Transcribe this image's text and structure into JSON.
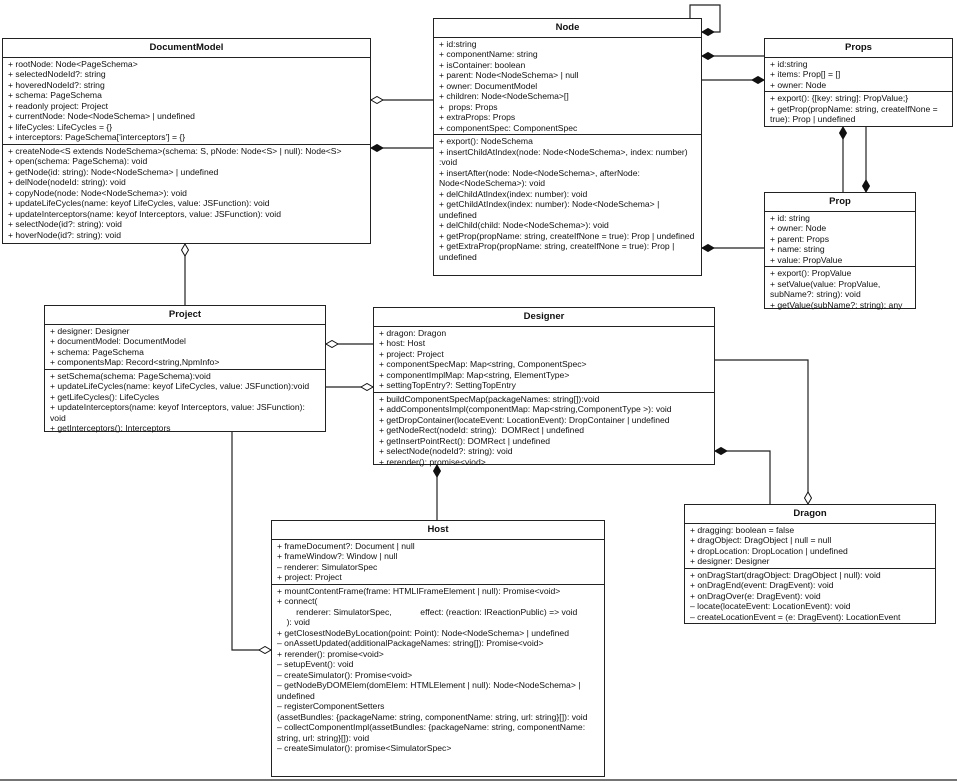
{
  "classes": {
    "documentmodel": {
      "name": "DocumentModel",
      "attributes": [
        "+ rootNode: Node<PageSchema>",
        "+ selectedNodeId?: string",
        "+ hoveredNodeId?: string",
        "+ schema: PageSchema",
        "+ readonly project: Project",
        "+ currentNode: Node<NodeSchema> | undefined",
        "+ lifeCycles: LifeCycles = {}",
        "+ interceptors: PageSchema['interceptors'] = {}"
      ],
      "operations": [
        "+ createNode<S extends NodeSchema>(schema: S, pNode: Node<S> | null): Node<S>",
        "+ open(schema: PageSchema): void",
        "+ getNode(id: string): Node<NodeSchema> | undefined",
        "+ delNode(nodeId: string): void",
        "+ copyNode(node: Node<NodeSchema>): void",
        "+ updateLifeCycles(name: keyof LifeCycles, value: JSFunction): void",
        "+ updateInterceptors(name: keyof Interceptors, value: JSFunction): void",
        "+ selectNode(id?: string): void",
        "+ hoverNode(id?: string): void"
      ]
    },
    "node": {
      "name": "Node",
      "attributes": [
        "+ id:string",
        "+ componentName: string",
        "+ isContainer: boolean",
        "+ parent: Node<NodeSchema> | null",
        "+ owner: DocumentModel",
        "+ children: Node<NodeSchema>[]",
        "+  props: Props",
        "+ extraProps: Props",
        "+ componentSpec: ComponentSpec"
      ],
      "operations": [
        "+ export(): NodeSchema",
        "+ insertChildAtIndex(node: Node<NodeSchema>, index: number) :void",
        "+ insertAfter(node: Node<NodeSchema>, afterNode: Node<NodeSchema>): void",
        "+ delChildAtIndex(index: number): void",
        "+ getChildAtIndex(index: number): Node<NodeSchema> | undefined",
        "+ delChild(child: Node<NodeSchema>): void",
        "+ getProp(propName: string, createIfNone = true): Prop | undefined",
        "+ getExtraProp(propName: string, createIfNone = true): Prop | undefined"
      ]
    },
    "props": {
      "name": "Props",
      "attributes": [
        "+ id:string",
        "+ items: Prop[] = []",
        "+ owner: Node"
      ],
      "operations": [
        "+ export(): {[key: string]: PropValue;}",
        "+ getProp(propName: string, createIfNone = true): Prop | undefined"
      ]
    },
    "prop": {
      "name": "Prop",
      "attributes": [
        "+ id: string",
        "+ owner: Node",
        "+ parent: Props",
        "+ name: string",
        "+ value: PropValue"
      ],
      "operations": [
        "+ export(): PropValue",
        "+ setValue(value: PropValue, subName?: string): void",
        "+ getValue(subName?: string): any"
      ]
    },
    "project": {
      "name": "Project",
      "attributes": [
        "+ designer: Designer",
        "+ documentModel: DocumentModel",
        "+ schema: PageSchema",
        "+ componentsMap: Record<string,NpmInfo>"
      ],
      "operations": [
        "+ setSchema(schema: PageSchema):void",
        "+ updateLifeCycles(name: keyof LifeCycles, value: JSFunction):void",
        "+ getLifeCycles(): LifeCycles",
        "+ updateInterceptors(name: keyof Interceptors, value: JSFunction): void",
        "+ getInterceptors(): Interceptors"
      ]
    },
    "designer": {
      "name": "Designer",
      "attributes": [
        "+ dragon: Dragon",
        "+ host: Host",
        "+ project: Project",
        "+ componentSpecMap: Map<string, ComponentSpec>",
        "+ componentImplMap: Map<string, ElementType>",
        "+ settingTopEntry?: SettingTopEntry"
      ],
      "operations": [
        "+ buildComponentSpecMap(packageNames: string[]):void",
        "+ addComponentsImpl(componentMap: Map<string,ComponentType >): void",
        "+ getDropContainer(locateEvent: LocationEvent): DropContainer | undefined",
        "+ getNodeRect(nodeId: string):  DOMRect | undefined",
        "+ getInsertPointRect(): DOMRect | undefined",
        "+ selectNode(nodeId?: string): void",
        "+ rerender(): promise<viod>"
      ]
    },
    "host": {
      "name": "Host",
      "attributes": [
        "+ frameDocument?: Document | null",
        "+ frameWindow?: Window | null",
        "– renderer: SimulatorSpec",
        "+ project: Project"
      ],
      "operations": [
        "+ mountContentFrame(frame: HTMLIFrameElement | null): Promise<void>",
        "+ connect(",
        "        renderer: SimulatorSpec,            effect: (reaction: IReactionPublic) => void",
        "    ): void",
        "+ getClosestNodeByLocation(point: Point): Node<NodeSchema> | undefined",
        "– onAssetUpdated(additionalPackageNames: string[]): Promise<void>",
        "+ rerender(): promise<void>",
        "– setupEvent(): void",
        "– createSimulator(): Promise<void>",
        "– getNodeByDOMElem(domElem: HTMLElement | null): Node<NodeSchema> | undefined",
        "– registerComponentSetters",
        "(assetBundles: {packageName: string, componentName: string, url: string}[]): void",
        "– collectComponentImpl(assetBundles: {packageName: string, componentName: string, url: string}[]): void",
        "– createSimulator(): promise<SimulatorSpec>"
      ]
    },
    "dragon": {
      "name": "Dragon",
      "attributes": [
        "+ dragging: boolean = false",
        "+ dragObject: DragObject | null = null",
        "+ dropLocation: DropLocation | undefined",
        "+ designer: Designer"
      ],
      "operations": [
        "+ onDragStart(dragObject: DragObject | null): void",
        "+ onDragEnd(event: DragEvent): void",
        "+ onDragOver(e: DragEvent): void",
        "– locate(locateEvent: LocationEvent): void",
        "– createLocationEvent = (e: DragEvent): LocationEvent"
      ]
    }
  }
}
